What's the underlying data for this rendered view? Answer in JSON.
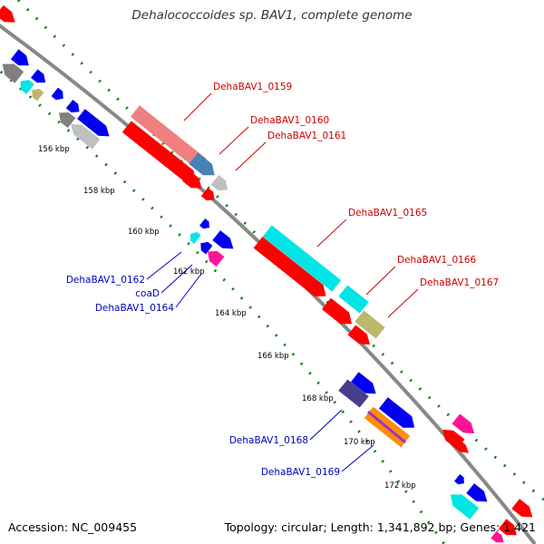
{
  "title": "Dehalococcoides sp. BAV1, complete genome",
  "accession_label": "Accession: NC_009455",
  "summary_label": "Topology: circular; Length: 1,341,892 bp; Genes: 1,421",
  "colors": {
    "backbone": "#888888",
    "tick_major": "#008000",
    "label_forward": "#cc0000",
    "label_reverse": "#0000bb",
    "red": "#ff0000",
    "salmon": "#f08080",
    "steelblue": "#4682b4",
    "silver": "#c0c0c0",
    "cyan": "#00e5e5",
    "olive": "#bdb76b",
    "blue": "#0000ee",
    "magenta": "#ff1493",
    "gray": "#808080",
    "slateblue": "#483d8b",
    "orange": "#ff8c00",
    "purple": "#9932cc"
  },
  "position_labels": [
    "156 kbp",
    "158 kbp",
    "160 kbp",
    "162 kbp",
    "164 kbp",
    "166 kbp",
    "168 kbp",
    "170 kbp",
    "172 kbp"
  ],
  "gene_labels": [
    {
      "text": "DehaBAV1_0159",
      "strand": "forward"
    },
    {
      "text": "DehaBAV1_0160",
      "strand": "forward"
    },
    {
      "text": "DehaBAV1_0161",
      "strand": "forward"
    },
    {
      "text": "DehaBAV1_0165",
      "strand": "forward"
    },
    {
      "text": "DehaBAV1_0166",
      "strand": "forward"
    },
    {
      "text": "DehaBAV1_0167",
      "strand": "forward"
    },
    {
      "text": "DehaBAV1_0162",
      "strand": "reverse"
    },
    {
      "text": "coaD",
      "strand": "reverse"
    },
    {
      "text": "DehaBAV1_0164",
      "strand": "reverse"
    },
    {
      "text": "DehaBAV1_0168",
      "strand": "reverse"
    },
    {
      "text": "DehaBAV1_0169",
      "strand": "reverse"
    }
  ]
}
